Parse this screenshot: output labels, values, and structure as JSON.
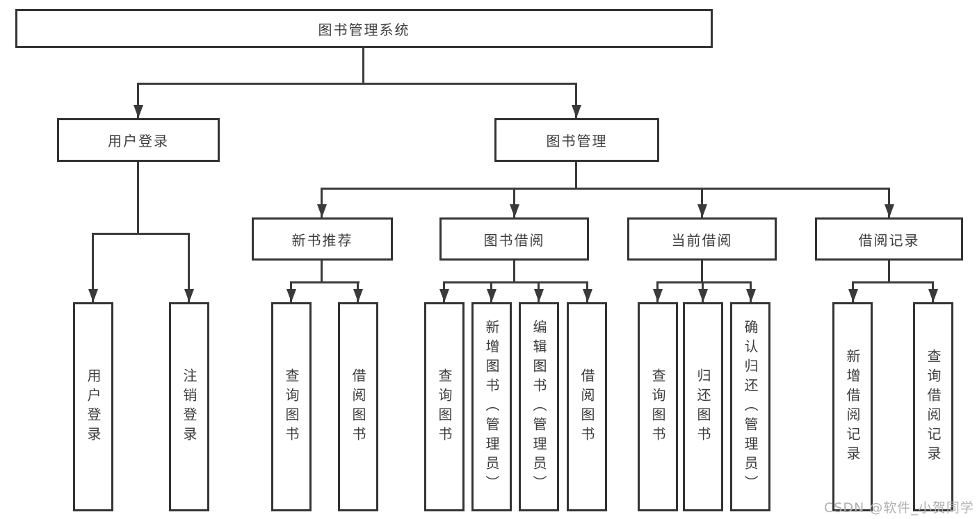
{
  "tree": {
    "root": {
      "label": "图书管理系统"
    },
    "user_login": {
      "label": "用户登录",
      "children": [
        {
          "label": "用户登录"
        },
        {
          "label": "注销登录"
        }
      ]
    },
    "book_mgmt": {
      "label": "图书管理"
    },
    "new_books": {
      "label": "新书推荐",
      "children": [
        {
          "label": "查询图书"
        },
        {
          "label": "借阅图书"
        }
      ]
    },
    "book_borrow": {
      "label": "图书借阅",
      "children": [
        {
          "label": "查询图书"
        },
        {
          "label": "新增图书（管理员）"
        },
        {
          "label": "编辑图书（管理员）"
        },
        {
          "label": "借阅图书"
        }
      ]
    },
    "current_borrow": {
      "label": "当前借阅",
      "children": [
        {
          "label": "查询图书"
        },
        {
          "label": "归还图书"
        },
        {
          "label": "确认归还（管理员）"
        }
      ]
    },
    "borrow_records": {
      "label": "借阅记录",
      "children": [
        {
          "label": "新增借阅记录"
        },
        {
          "label": "查询借阅记录"
        }
      ]
    }
  },
  "watermark": {
    "text": "CSDN @软件_小贺同学"
  },
  "colors": {
    "line": "#3a3a3a",
    "box_border": "#333333",
    "text": "#3d3d3d",
    "watermark": "#b0b0b0",
    "background": "#ffffff"
  }
}
